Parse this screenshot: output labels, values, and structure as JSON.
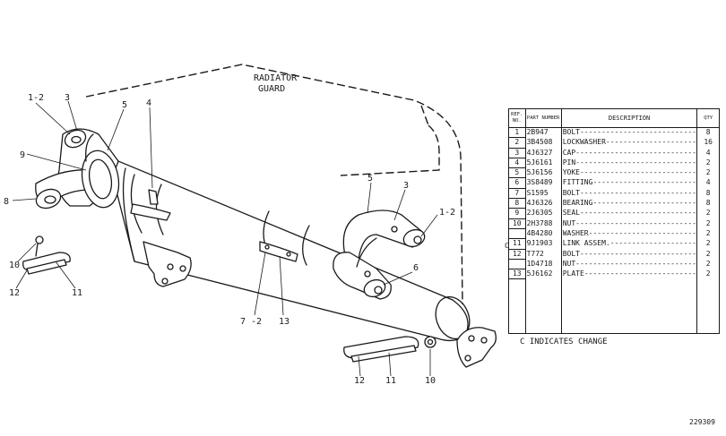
{
  "drawing": {
    "radiator_guard_label": [
      "RADIATOR",
      "GUARD"
    ],
    "callouts": {
      "left_1_2": "1-2",
      "left_3": "3",
      "left_5": "5",
      "left_4": "4",
      "left_9": "9",
      "left_8": "8",
      "left_10": "10",
      "left_12": "12",
      "left_11": "11",
      "mid_7_2": "7 -2",
      "mid_13": "13",
      "right_5": "5",
      "right_3": "3",
      "right_1_2": "1-2",
      "right_6": "6",
      "right_12": "12",
      "right_11": "11",
      "right_10": "10"
    },
    "drawing_number": "229309"
  },
  "parts_table": {
    "headers": {
      "ref": "REF. NO.",
      "part": "PART NUMBER",
      "description": "DESCRIPTION",
      "qty": "QTY"
    },
    "rows": [
      {
        "ref": "1",
        "part": "2B947",
        "description": "BOLT",
        "qty": "8"
      },
      {
        "ref": "2",
        "part": "3B4508",
        "description": "LOCKWASHER",
        "qty": "16"
      },
      {
        "ref": "3",
        "part": "4J6327",
        "description": "CAP",
        "qty": "4"
      },
      {
        "ref": "4",
        "part": "5J6161",
        "description": "PIN",
        "qty": "2"
      },
      {
        "ref": "5",
        "part": "5J6156",
        "description": "YOKE",
        "qty": "2"
      },
      {
        "ref": "6",
        "part": "3S8489",
        "description": "FITTING",
        "qty": "4"
      },
      {
        "ref": "7",
        "part": "S1595",
        "description": "BOLT",
        "qty": "8"
      },
      {
        "ref": "8",
        "part": "4J6326",
        "description": "BEARING",
        "qty": "8"
      },
      {
        "ref": "9",
        "part": "2J6305",
        "description": "SEAL",
        "qty": "2"
      },
      {
        "ref": "10",
        "part": "2H3788",
        "description": "NUT",
        "qty": "2"
      },
      {
        "ref": "",
        "part": "4B4280",
        "description": "WASHER",
        "qty": "2"
      },
      {
        "ref": "11",
        "part": "9J1903",
        "description": "LINK ASSEM.",
        "qty": "2"
      },
      {
        "ref": "12",
        "part": "T772",
        "description": "BOLT",
        "qty": "2"
      },
      {
        "ref": "",
        "part": "1D4718",
        "description": "NUT",
        "qty": "2"
      },
      {
        "ref": "13",
        "part": "5J6162",
        "description": "PLATE",
        "qty": "2"
      }
    ],
    "change_marker": "C",
    "change_note": "C INDICATES CHANGE"
  }
}
